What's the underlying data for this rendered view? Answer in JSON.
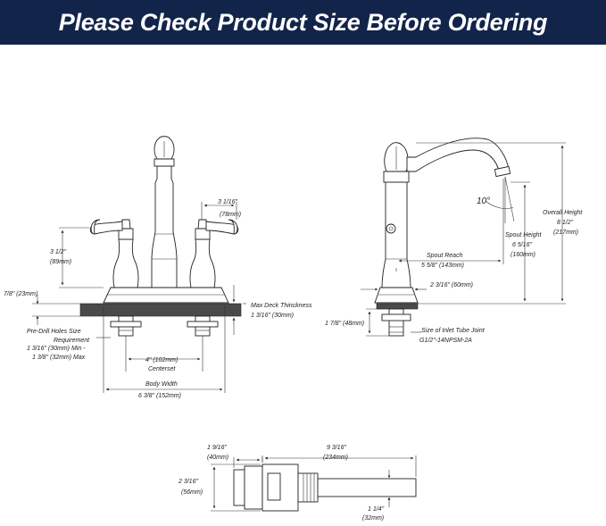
{
  "banner": {
    "title": "Please Check Product Size Before Ordering",
    "background": "#12244a"
  },
  "front_view": {
    "handle_height": {
      "imperial": "3 1/2\"",
      "metric": "(89mm)"
    },
    "deck_offset": {
      "imperial": "7/8\" (23mm)"
    },
    "handle_offset": {
      "imperial": "3 1/16\"",
      "metric": "(78mm)"
    },
    "max_deck_thickness": {
      "label": "Max Deck Thinckness",
      "value": "1 3/16\" (30mm)"
    },
    "pre_drill": {
      "line1": "Pre-Drill Holes Size",
      "line2": "Requirement",
      "line3": "1 3/16\" (30mm) Min -",
      "line4": "1 3/8\" (32mm) Max"
    },
    "centerset": {
      "value": "4\" (102mm)",
      "label": "Centerset"
    },
    "body_width": {
      "label": "Body Width",
      "value": "6 3/8\" (152mm)"
    }
  },
  "side_view": {
    "angle": "10°",
    "overall_height": {
      "label": "Overall Height",
      "imperial": "8 1/2\"",
      "metric": "(217mm)"
    },
    "spout_height": {
      "label": "Spout Height",
      "imperial": "6 5/16\"",
      "metric": "(160mm)"
    },
    "spout_reach": {
      "label": "Spout Reach",
      "value": "5 5/8\" (143mm)"
    },
    "base_width": {
      "value": "2 3/16\" (60mm)"
    },
    "shank_length": {
      "value": "1 7/8\" (48mm)"
    },
    "inlet": {
      "label": "Size of Inlet Tube Joint",
      "value": "G1/2\"-14NPSM-2A"
    }
  },
  "bottom_view": {
    "nut_width": {
      "imperial": "1 9/16\"",
      "metric": "(40mm)"
    },
    "total_length": {
      "imperial": "9 3/16\"",
      "metric": "(234mm)"
    },
    "nut_height": {
      "imperial": "2 3/16\"",
      "metric": "(56mm)"
    },
    "tube_offset": {
      "imperial": "1 1/4\"",
      "metric": "(32mm)"
    }
  }
}
